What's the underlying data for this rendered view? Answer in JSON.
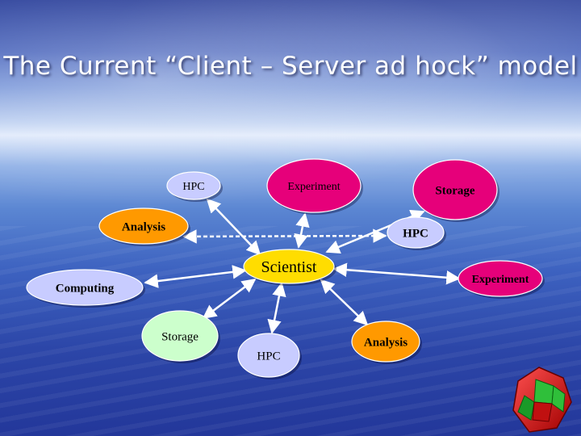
{
  "slide": {
    "title": "The Current “Client – Server ad hock” model"
  },
  "nodes": [
    {
      "id": "hpc-1",
      "label": "HPC",
      "fill": "#c8ccff"
    },
    {
      "id": "experiment-1",
      "label": "Experiment",
      "fill": "#e6007a"
    },
    {
      "id": "storage-1",
      "label": "Storage",
      "fill": "#e6007a"
    },
    {
      "id": "analysis-1",
      "label": "Analysis",
      "fill": "#ff9900"
    },
    {
      "id": "hpc-2",
      "label": "HPC",
      "fill": "#c8ccff"
    },
    {
      "id": "scientist",
      "label": "Scientist",
      "fill": "#ffdd00"
    },
    {
      "id": "computing",
      "label": "Computing",
      "fill": "#c8ccff"
    },
    {
      "id": "experiment-2",
      "label": "Experiment",
      "fill": "#e6007a"
    },
    {
      "id": "storage-2",
      "label": "Storage",
      "fill": "#ccffcc"
    },
    {
      "id": "hpc-3",
      "label": "HPC",
      "fill": "#c8ccff"
    },
    {
      "id": "analysis-2",
      "label": "Analysis",
      "fill": "#ff9900"
    }
  ],
  "edges": [
    {
      "from": "scientist",
      "to": "hpc-1"
    },
    {
      "from": "scientist",
      "to": "experiment-1"
    },
    {
      "from": "scientist",
      "to": "storage-1"
    },
    {
      "from": "analysis-1",
      "to": "hpc-2"
    },
    {
      "from": "scientist",
      "to": "computing"
    },
    {
      "from": "scientist",
      "to": "experiment-2"
    },
    {
      "from": "scientist",
      "to": "storage-2"
    },
    {
      "from": "scientist",
      "to": "hpc-3"
    },
    {
      "from": "scientist",
      "to": "analysis-2"
    }
  ]
}
